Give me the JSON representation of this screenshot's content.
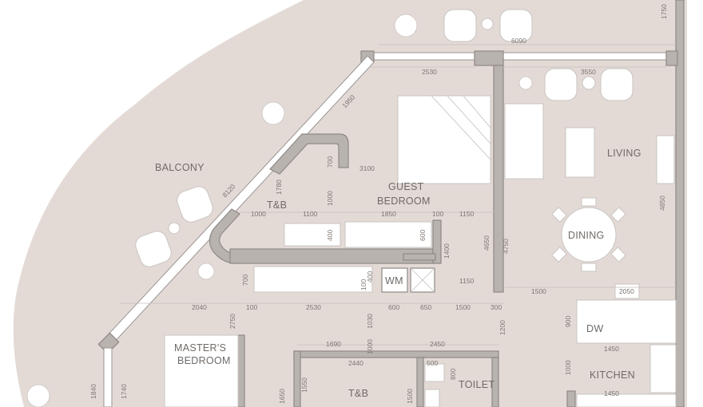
{
  "colors": {
    "floor": "#e3dad6",
    "wall": "#b9b3b0",
    "background": "#ffffff"
  },
  "rooms": {
    "balcony": "BALCONY",
    "living": "LIVING",
    "dining": "DINING",
    "guest_bedroom_1": "GUEST",
    "guest_bedroom_2": "BEDROOM",
    "tb_upper": "T&B",
    "wm": "WM",
    "masters_1": "MASTER'S",
    "masters_2": "BEDROOM",
    "tb_lower": "T&B",
    "toilet": "TOILET",
    "dw": "DW",
    "kitchen": "KITCHEN"
  },
  "dimensions": {
    "d6090": "6090",
    "d2530": "2530",
    "d3550": "3550",
    "d1950": "1950",
    "d8120": "8120",
    "d700": "700",
    "d3100": "3100",
    "d1780": "1780",
    "d1000a": "1000",
    "d1000b": "1000",
    "d1100": "1100",
    "d1850": "1850",
    "d100a": "100",
    "d1150a": "1150",
    "d4650": "4650",
    "d4750": "4750",
    "d4850": "4850",
    "d400": "400",
    "d600": "600",
    "d1400": "1400",
    "d1150b": "1150",
    "d700b": "700",
    "d100b": "100",
    "d400b": "400",
    "d2040": "2040",
    "d100c": "100",
    "d2530b": "2530",
    "d600b": "600",
    "d650": "650",
    "d1500": "1500",
    "d300": "300",
    "d2050": "2050",
    "d2750": "2750",
    "d1030": "1030",
    "d1200": "1200",
    "d900": "900",
    "d1690": "1690",
    "d2450": "2450",
    "d1450a": "1450",
    "d2440": "2440",
    "d500": "500",
    "d800": "800",
    "d1000c": "1000",
    "d1000d": "1000",
    "d1840": "1840",
    "d1740": "1740",
    "d1650": "1650",
    "d1550": "1550",
    "d1500b": "1500",
    "d1450b": "1450",
    "d1750": "1750"
  }
}
